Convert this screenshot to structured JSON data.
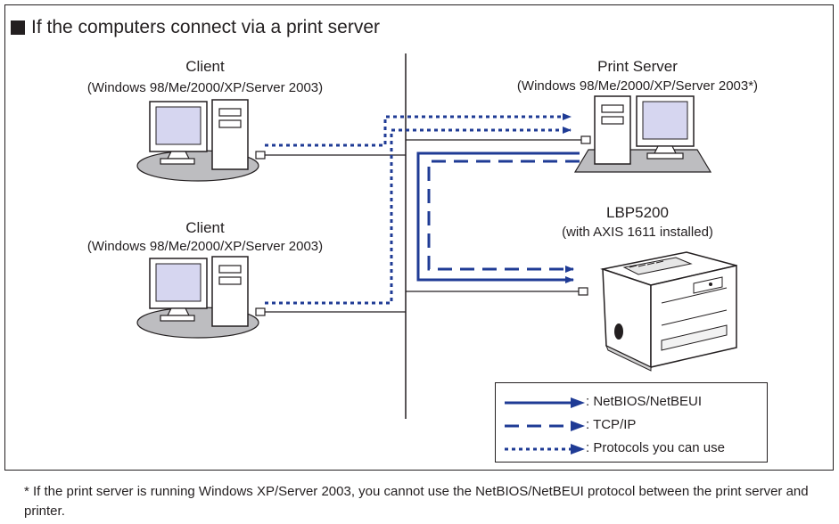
{
  "heading": "If the computers connect via a print server",
  "client_top": {
    "label": "Client",
    "sublabel": "(Windows 98/Me/2000/XP/Server 2003)"
  },
  "client_bottom": {
    "label": "Client",
    "sublabel": "(Windows 98/Me/2000/XP/Server 2003)"
  },
  "print_server": {
    "label": "Print Server",
    "sublabel": "(Windows 98/Me/2000/XP/Server 2003*)"
  },
  "printer": {
    "label": "LBP5200",
    "sublabel": "(with AXIS 1611 installed)"
  },
  "legend": {
    "items": [
      {
        "label": ": NetBIOS/NetBEUI",
        "style": "solid"
      },
      {
        "label": ": TCP/IP",
        "style": "dashed"
      },
      {
        "label": ": Protocols you can use",
        "style": "dotted"
      }
    ]
  },
  "colors": {
    "protocol_blue": "#1f3b95",
    "screen": "#d6d6f0",
    "base_disc": "#bdbdc0"
  },
  "footnote": "* If the print server is running Windows XP/Server 2003, you cannot use the NetBIOS/NetBEUI protocol between the print server and printer."
}
